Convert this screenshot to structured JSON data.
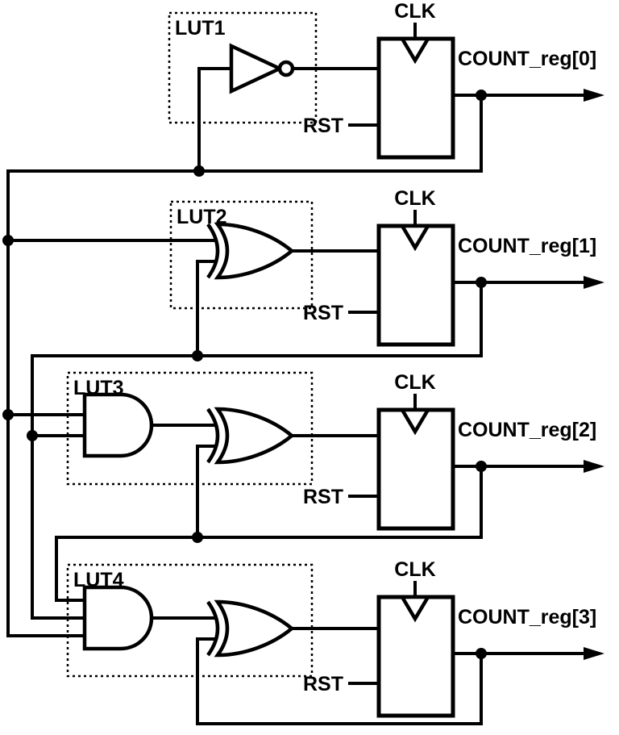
{
  "colors": {
    "ink": "#000000",
    "background": "#ffffff"
  },
  "stages": [
    {
      "lut_label": "LUT1",
      "clk_label": "CLK",
      "rst_label": "RST",
      "output_label": "COUNT_reg[0]",
      "lut_gates": [
        "not-gate"
      ],
      "register": "d-flip-flop"
    },
    {
      "lut_label": "LUT2",
      "clk_label": "CLK",
      "rst_label": "RST",
      "output_label": "COUNT_reg[1]",
      "lut_gates": [
        "xor-gate"
      ],
      "register": "d-flip-flop"
    },
    {
      "lut_label": "LUT3",
      "clk_label": "CLK",
      "rst_label": "RST",
      "output_label": "COUNT_reg[2]",
      "lut_gates": [
        "and-gate",
        "xor-gate"
      ],
      "register": "d-flip-flop"
    },
    {
      "lut_label": "LUT4",
      "clk_label": "CLK",
      "rst_label": "RST",
      "output_label": "COUNT_reg[3]",
      "lut_gates": [
        "and-gate",
        "xor-gate"
      ],
      "register": "d-flip-flop"
    }
  ]
}
